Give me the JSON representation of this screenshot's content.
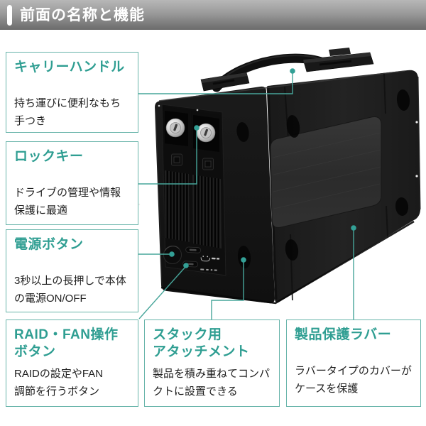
{
  "header": {
    "title": "前面の名称と機能"
  },
  "colors": {
    "accent_teal": "#2f9e92",
    "box_border": "#68b4aa",
    "connector_line": "#47a59a",
    "connector_dot": "#33a096",
    "header_gradient_top": "#b7b7b7",
    "header_gradient_bottom": "#6b6b6b",
    "product_body": "#161616"
  },
  "callouts": [
    {
      "id": "carry-handle",
      "title": "キャリーハンドル",
      "desc": "持ち運びに便利なもち\n手つき"
    },
    {
      "id": "lock-key",
      "title": "ロックキー",
      "desc": "ドライブの管理や情報\n保護に最適"
    },
    {
      "id": "power-button",
      "title": "電源ボタン",
      "desc": "3秒以上の長押しで本体\nの電源ON/OFF"
    },
    {
      "id": "raid-fan-button",
      "title": "RAID・FAN操作\nボタン",
      "desc": "RAIDの設定やFAN\n調節を行うボタン"
    },
    {
      "id": "stack-attachment",
      "title": "スタック用\nアタッチメント",
      "desc": "製品を積み重ねてコンパ\nクトに設置できる"
    },
    {
      "id": "product-rubber",
      "title": "製品保護ラバー",
      "desc": "ラバータイプのカバーが\nケースを保護"
    }
  ]
}
